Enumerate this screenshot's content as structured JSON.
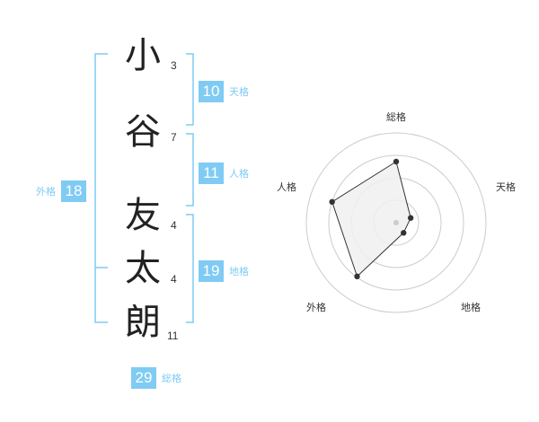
{
  "name": {
    "chars": [
      {
        "char": "小",
        "strokes": "3"
      },
      {
        "char": "谷",
        "strokes": "7"
      },
      {
        "char": "友",
        "strokes": "4"
      },
      {
        "char": "太",
        "strokes": "4"
      },
      {
        "char": "朗",
        "strokes": "11"
      }
    ]
  },
  "kakusu": {
    "tenkaku": {
      "value": "10",
      "label": "天格"
    },
    "jinkaku": {
      "value": "11",
      "label": "人格"
    },
    "chikaku": {
      "value": "19",
      "label": "地格"
    },
    "gaikaku": {
      "value": "18",
      "label": "外格"
    },
    "soukaku": {
      "value": "29",
      "label": "総格"
    }
  },
  "colors": {
    "accent": "#7fcbf4",
    "grid": "#cccccc",
    "fill": "#f0f0f0",
    "line": "#333333"
  },
  "chart_data": {
    "type": "radar",
    "axes": [
      "総格",
      "天格",
      "地格",
      "外格",
      "人格"
    ],
    "values": [
      0.68,
      0.17,
      0.14,
      0.74,
      0.75
    ],
    "rings": 4
  }
}
